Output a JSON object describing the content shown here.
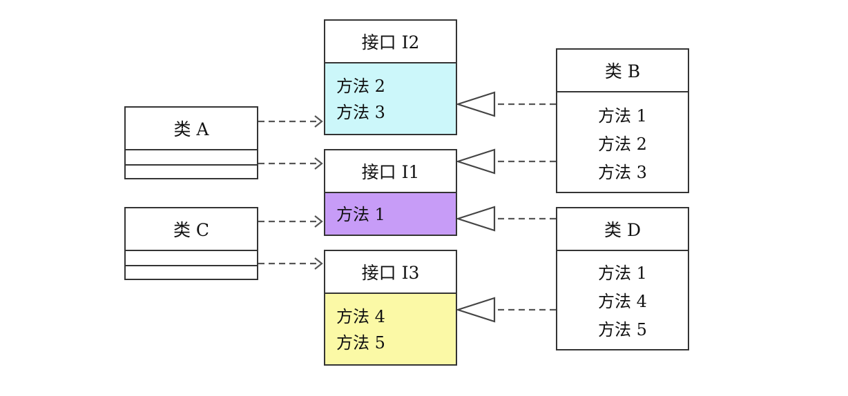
{
  "colors": {
    "i2_fill": "#ccf7fa",
    "i1_fill": "#c79cf7",
    "i3_fill": "#fbf9a6",
    "line": "#555555"
  },
  "interfaces": {
    "i2": {
      "title": "接口 I2",
      "methods": [
        "方法 2",
        "方法 3"
      ]
    },
    "i1": {
      "title": "接口 I1",
      "methods": [
        "方法 1"
      ]
    },
    "i3": {
      "title": "接口 I3",
      "methods": [
        "方法 4",
        "方法 5"
      ]
    }
  },
  "classes": {
    "a": {
      "title": "类 A"
    },
    "c": {
      "title": "类 C"
    },
    "b": {
      "title": "类 B",
      "methods": [
        "方法 1",
        "方法 2",
        "方法 3"
      ]
    },
    "d": {
      "title": "类 D",
      "methods": [
        "方法 1",
        "方法 4",
        "方法 5"
      ]
    }
  },
  "relations": [
    {
      "from": "类 A",
      "to": "接口 I2",
      "kind": "dependency"
    },
    {
      "from": "类 A",
      "to": "接口 I1",
      "kind": "dependency"
    },
    {
      "from": "类 C",
      "to": "接口 I1",
      "kind": "dependency"
    },
    {
      "from": "类 C",
      "to": "接口 I3",
      "kind": "dependency"
    },
    {
      "from": "类 B",
      "to": "接口 I2",
      "kind": "realization"
    },
    {
      "from": "类 B",
      "to": "接口 I1",
      "kind": "realization"
    },
    {
      "from": "类 D",
      "to": "接口 I1",
      "kind": "realization"
    },
    {
      "from": "类 D",
      "to": "接口 I3",
      "kind": "realization"
    }
  ]
}
